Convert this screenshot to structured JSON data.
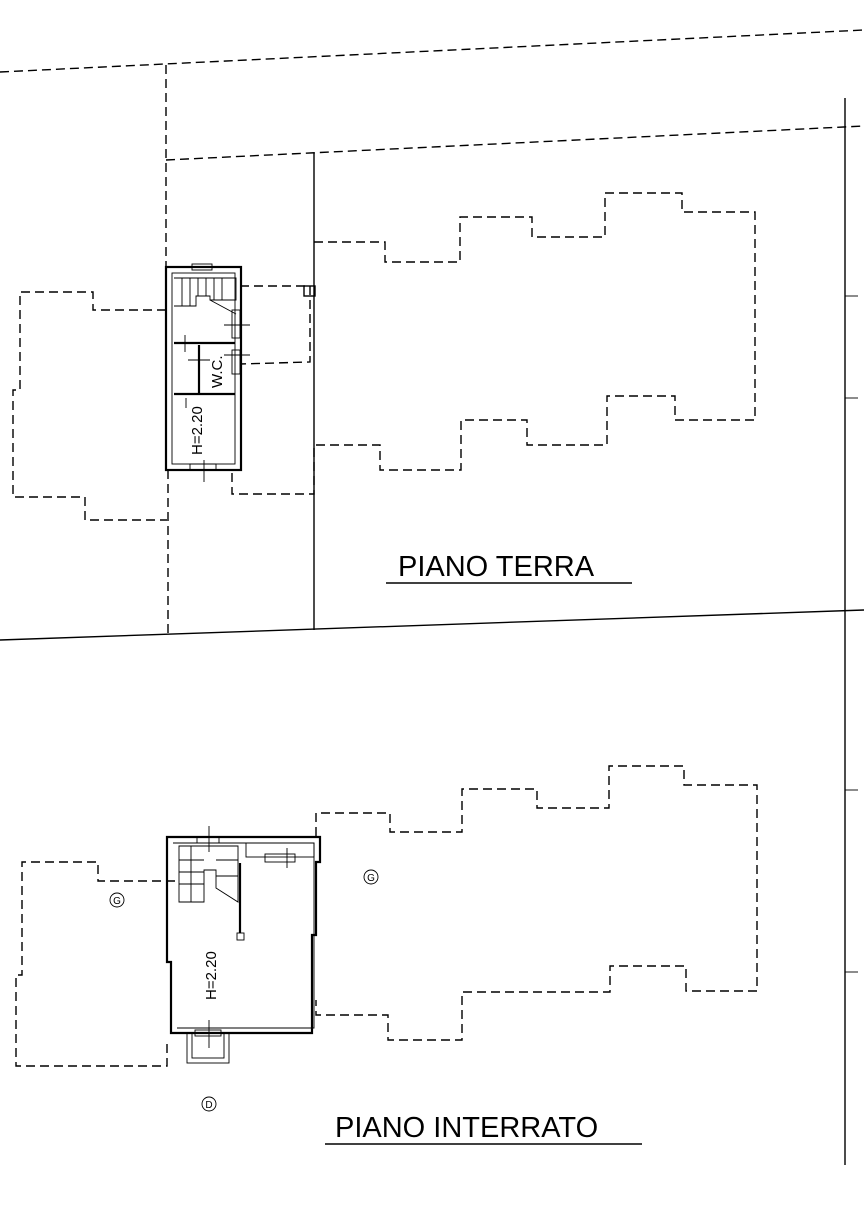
{
  "ground_floor": {
    "title": "PIANO TERRA",
    "room_wc": "W.C.",
    "height_label": "H=2.20"
  },
  "basement": {
    "title": "PIANO INTERRATO",
    "height_label": "H=2.20",
    "markers": [
      "G",
      "G",
      "D"
    ]
  },
  "colors": {
    "line": "#000000",
    "background": "#ffffff"
  }
}
